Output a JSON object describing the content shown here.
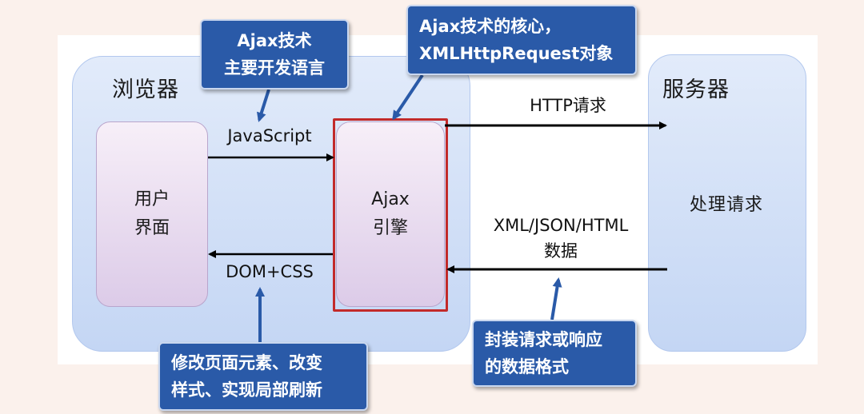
{
  "browser": {
    "title": "浏览器"
  },
  "server": {
    "title": "服务器",
    "process_label": "处理请求"
  },
  "user_interface": {
    "line1": "用户",
    "line2": "界面"
  },
  "ajax_engine": {
    "line1": "Ajax",
    "line2": "引擎"
  },
  "labels": {
    "javascript": "JavaScript",
    "dom_css": "DOM+CSS",
    "http_request": "HTTP请求",
    "response_format": "XML/JSON/HTML",
    "data": "数据"
  },
  "callouts": {
    "language": {
      "line1": "Ajax技术",
      "line2": "主要开发语言"
    },
    "core": {
      "line1": "Ajax技术的核心，",
      "line2": "XMLHttpRequest对象"
    },
    "dom": {
      "line1": "修改页面元素、改变",
      "line2": "样式、实现局部刷新"
    },
    "format": {
      "line1": "封装请求或响应",
      "line2": "的数据格式"
    }
  },
  "colors": {
    "callout_bg": "#2a5aa8",
    "ajax_frame": "#c22a2a",
    "panel_bg": "#c4d6f4",
    "box_bg": "#dccbe8"
  }
}
